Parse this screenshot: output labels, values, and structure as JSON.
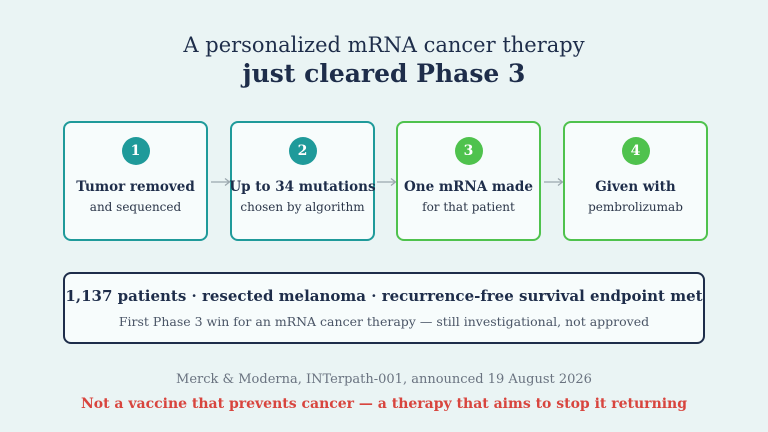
{
  "header": {
    "title_line1": "A personalized mRNA cancer therapy",
    "title_line2": "just cleared Phase 3"
  },
  "steps": [
    {
      "number": "1",
      "title": "Tumor removed",
      "subtitle": "and sequenced"
    },
    {
      "number": "2",
      "title": "Up to 34 mutations",
      "subtitle": "chosen by algorithm"
    },
    {
      "number": "3",
      "title": "One mRNA made",
      "subtitle": "for that patient"
    },
    {
      "number": "4",
      "title": "Given with",
      "subtitle": "pembrolizumab"
    }
  ],
  "summary": {
    "headline": "1,137 patients · resected melanoma · recurrence-free survival endpoint met",
    "detail": "First Phase 3 win for an mRNA cancer therapy — still investigational, not approved"
  },
  "footer": {
    "source": "Merck & Moderna, INTerpath-001, announced 19 August 2026",
    "note": "Not a vaccine that prevents cancer — a therapy that aims to stop it returning"
  },
  "colors": {
    "background": "#eaf4f4",
    "teal": "#1f9a9a",
    "green": "#4fc24d",
    "navy": "#1e2d4a",
    "alert_red": "#d8453e"
  }
}
